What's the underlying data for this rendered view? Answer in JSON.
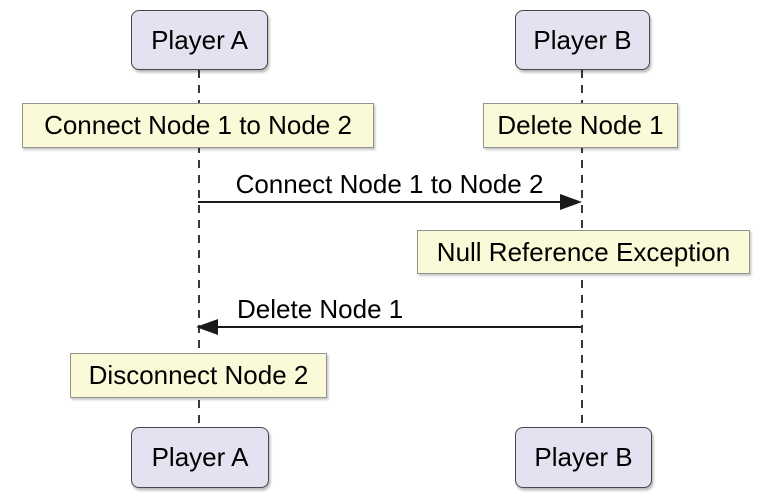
{
  "diagram": {
    "type": "sequence",
    "participants": [
      {
        "id": "player-a",
        "label": "Player A"
      },
      {
        "id": "player-b",
        "label": "Player B"
      }
    ],
    "notes": [
      {
        "text": "Connect Node 1 to Node 2",
        "over": "player-a"
      },
      {
        "text": "Delete Node 1",
        "over": "player-b"
      },
      {
        "text": "Null Reference Exception",
        "over": "player-b"
      },
      {
        "text": "Disconnect Node 2",
        "over": "player-a"
      }
    ],
    "messages": [
      {
        "text": "Connect Node 1 to Node 2",
        "from": "player-a",
        "to": "player-b"
      },
      {
        "text": "Delete Node 1",
        "from": "player-b",
        "to": "player-a"
      }
    ],
    "colors": {
      "background": "#FFFFFF",
      "participant_fill": "#E2E2F0",
      "participant_border": "#47474F",
      "note_fill": "#FAFAD8",
      "note_border": "#94948C",
      "line": "#1A1A1A",
      "lifeline": "#383838",
      "text": "#000000"
    }
  }
}
